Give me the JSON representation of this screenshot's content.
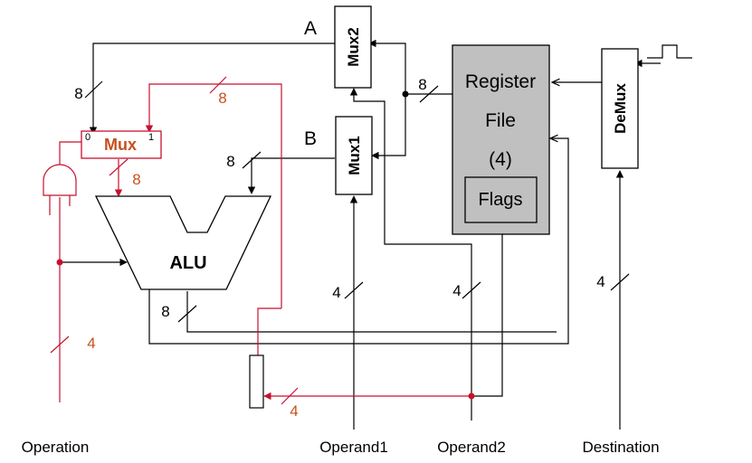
{
  "colors": {
    "black": "#000000",
    "red": "#c8102e",
    "red_text": "#c8501e",
    "register_fill": "#c0c0c0",
    "white": "#ffffff"
  },
  "blocks": {
    "mux2": "Mux2",
    "mux1": "Mux1",
    "demux": "DeMux",
    "alu": "ALU",
    "register_line1": "Register",
    "register_line2": "File",
    "register_line3": "(4)",
    "flags": "Flags",
    "mux_left_sel0": "0",
    "mux_left_name": "Mux",
    "mux_left_sel1": "1"
  },
  "port_labels": {
    "a": "A",
    "b": "B"
  },
  "bus_widths": {
    "mux2_to_mux": "8",
    "regfile_out": "8",
    "red_feedback": "8",
    "mux_to_alu": "8",
    "mux1_to_alu": "8",
    "alu_out": "8",
    "operation": "4",
    "operand1": "4",
    "operand2": "4",
    "destination": "4",
    "op2_to_mux": "4"
  },
  "inputs": {
    "operation": "Operation",
    "operand1": "Operand1",
    "operand2": "Operand2",
    "destination": "Destination"
  }
}
